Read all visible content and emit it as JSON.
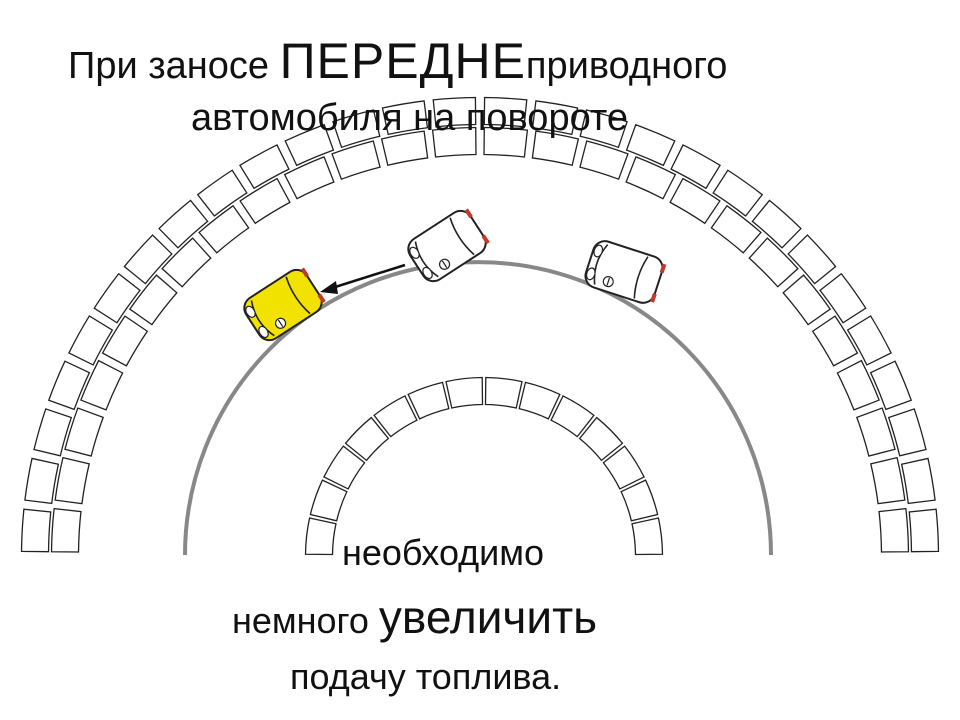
{
  "title": {
    "line1_part1": "При  заносе ",
    "line1_emphasis": "ПЕРЕДНЕ",
    "line1_part2": "приводного",
    "line2": "автомобиля  на  повороте"
  },
  "caption": {
    "line1": "необходимо",
    "line2_part1": "немного  ",
    "line2_emphasis": "увеличить",
    "line3": "подачу  топлива."
  },
  "colors": {
    "car_highlight": "#f2e200",
    "car_normal": "#ffffff",
    "car_marker": "#c0392b",
    "road_line": "#888888",
    "outline": "#222222"
  }
}
